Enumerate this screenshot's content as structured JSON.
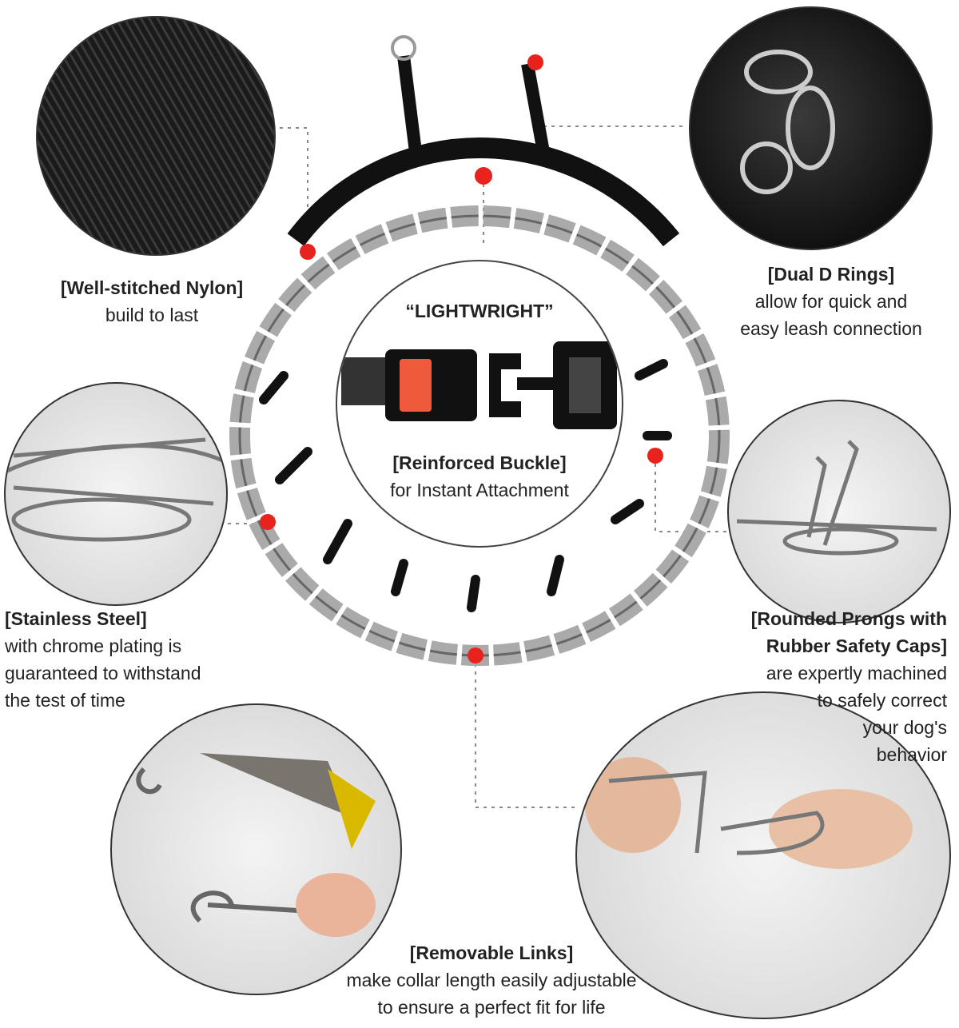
{
  "features": {
    "nylon": {
      "title": "[Well-stitched Nylon]",
      "lines": [
        "build to last"
      ]
    },
    "d_rings": {
      "title": "[Dual D Rings]",
      "lines": [
        "allow for quick and",
        "easy leash connection"
      ]
    },
    "buckle": {
      "heading": "“LIGHTWRIGHT”",
      "title": "[Reinforced Buckle]",
      "lines": [
        "for Instant Attachment"
      ]
    },
    "steel": {
      "title": "[Stainless Steel]",
      "lines": [
        "with chrome plating is",
        "guaranteed to withstand",
        "the test of time"
      ]
    },
    "prongs": {
      "title_lines": [
        "[Rounded Prongs with",
        "Rubber Safety Caps]"
      ],
      "lines": [
        "are expertly machined",
        "to safely correct",
        "your dog's",
        "behavior"
      ]
    },
    "links": {
      "title": "[Removable Links]",
      "lines": [
        "make collar length easily adjustable",
        "to ensure a perfect fit for life"
      ]
    }
  },
  "colors": {
    "marker": "#e8221c",
    "nylon": "#111111",
    "chrome": "#9a9a9a",
    "buckle_button": "#f05a3c"
  }
}
